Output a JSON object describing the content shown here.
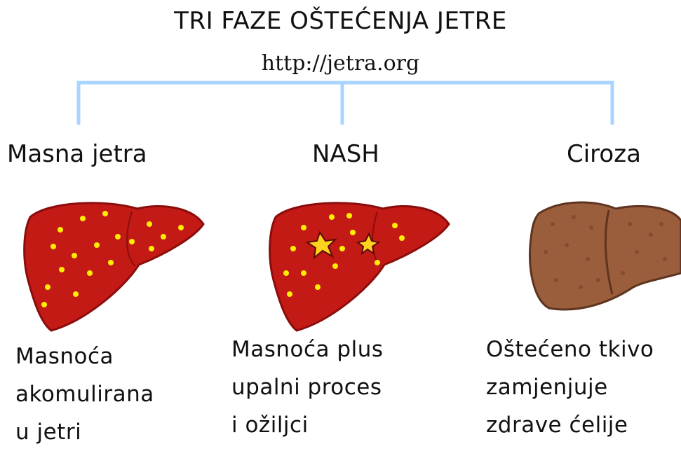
{
  "title": "TRI FAZE OŠTEĆENJA JETRE",
  "url": "http://jetra.org",
  "colors": {
    "connector": "#a8d4ff",
    "liver_red": "#c41a16",
    "liver_dark": "#8a0d0c",
    "fat_dots": "#ffee00",
    "cirrhosis": "#9a5e3c"
  },
  "stages": [
    {
      "label": "Masna jetra",
      "description": [
        "Masnoća",
        "akomulirana",
        "u jetri"
      ]
    },
    {
      "label": "NASH",
      "description": [
        "Masnoća plus",
        "upalni proces",
        "i ožiljci"
      ]
    },
    {
      "label": "Ciroza",
      "description": [
        "Oštećeno tkivo",
        "zamjenjuje",
        "zdrave ćelije"
      ]
    }
  ]
}
